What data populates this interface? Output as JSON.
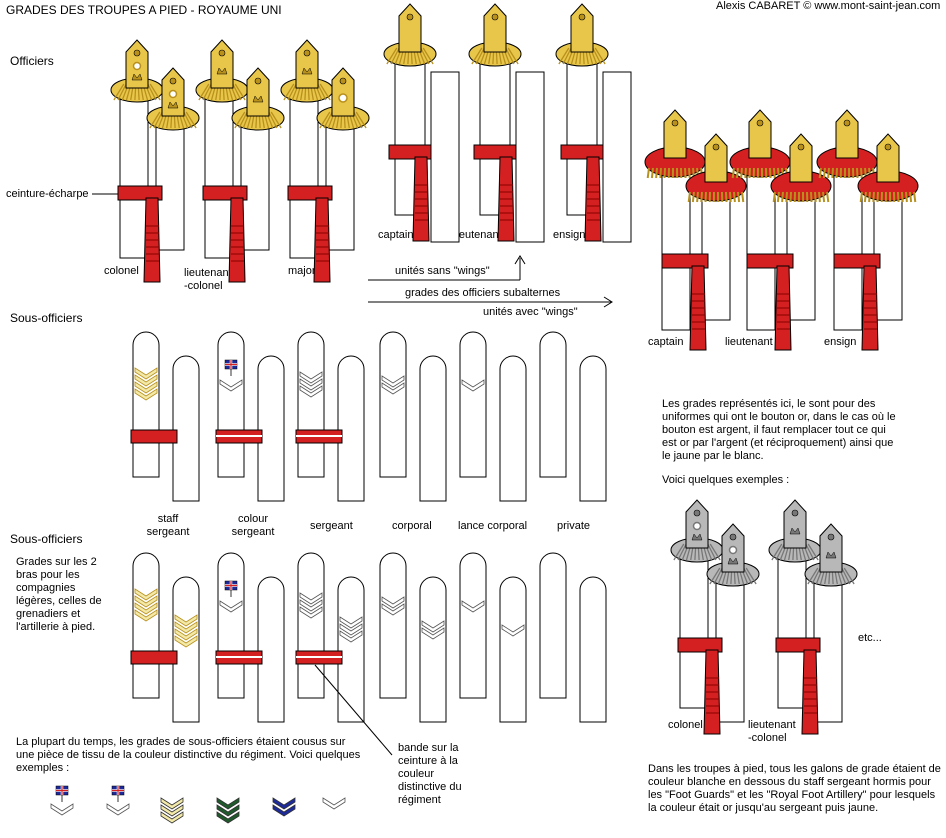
{
  "header": {
    "title": "GRADES DES TROUPES A PIED - ROYAUME UNI",
    "credit": "Alexis CABARET © www.mont-saint-jean.com"
  },
  "sections": {
    "officers": "Officiers",
    "nco_1": "Sous-officiers",
    "nco_2": "Sous-officiers"
  },
  "officers": {
    "sash_label": "ceinture-écharpe",
    "ranks": [
      "colonel",
      "lieutenant\n-colonel",
      "major"
    ],
    "subalterns": [
      "captain",
      "lieutenant",
      "ensign"
    ],
    "wings_ranks": [
      "captain",
      "lieutenant",
      "ensign"
    ],
    "arrow_no_wings": "unités sans \"wings\"",
    "arrow_subalterns": "grades des officiers subalternes",
    "arrow_wings": "unités avec \"wings\""
  },
  "nco": {
    "ranks": [
      "staff\nsergeant",
      "colour\nsergeant",
      "sergeant",
      "corporal",
      "lance corporal",
      "private"
    ],
    "both_arms_note": "Grades sur les 2 bras pour les compagnies légères, celles de grenadiers et l'artillerie à pied.",
    "band_note": "bande sur la ceinture à la couleur distinctive du régiment",
    "cloth_note": "La plupart du temps, les grades de sous-officiers étaient cousus sur une pièce de tissu de la couleur distinctive du régiment. Voici quelques exemples :"
  },
  "notes": {
    "silver_note": "Les grades représentés ici, le sont pour des uniformes qui ont le bouton or, dans le cas où le bouton est argent, il faut remplacer tout ce qui est or par l'argent (et réciproquement) ainsi que le jaune par le blanc.",
    "examples": "Voici quelques exemples :",
    "silver_ranks": [
      "colonel",
      "lieutenant\n-colonel"
    ],
    "etc": "etc...",
    "foot_note": "Dans les troupes à pied, tous les galons de grade étaient de couleur blanche en dessous du staff sergeant hormis pour les \"Foot Guards\" et les \"Royal Foot Artillery\" pour lesquels la couleur était or jusqu'au sergeant puis jaune."
  },
  "colors": {
    "gold": "#e8c64a",
    "gold_dark": "#b8901c",
    "silver": "#b8b8b8",
    "red": "#d42020",
    "cream": "#f3e9a8",
    "green": "#1f5a2c",
    "navy": "#1c2a9c"
  }
}
